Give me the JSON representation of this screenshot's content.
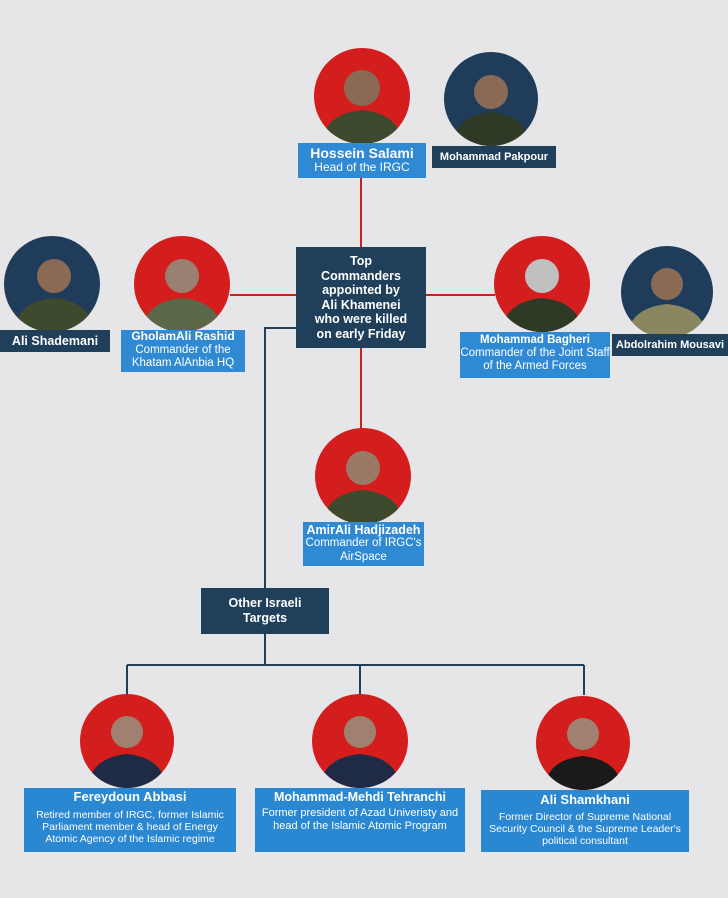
{
  "colors": {
    "background": "#e6e6e8",
    "dark_box": "#1f3f5b",
    "blue_box": "#2f8ad3",
    "red_line": "#cc2020",
    "navy_line": "#1f3f5b",
    "red_circle": "#d41d1d"
  },
  "center_box": {
    "text": "Top\nCommanders\nappointed by\nAli Khamenei\nwho were killed\non early Friday"
  },
  "other_targets_box": {
    "text": "Other Israeli\nTargets"
  },
  "people": {
    "salami": {
      "name": "Hossein Salami",
      "desc": "Head of the IRGC"
    },
    "pakpour": {
      "name": "Mohammad Pakpour"
    },
    "shademani": {
      "name": "Ali Shademani"
    },
    "rashid": {
      "name": "GholamAli Rashid",
      "desc": "Commander of the Khatam AlAnbia HQ"
    },
    "bagheri": {
      "name": "Mohammad Bagheri",
      "desc": "Commander of the Joint Staff of the Armed Forces"
    },
    "mousavi": {
      "name": "Abdolrahim Mousavi"
    },
    "hadjizadeh": {
      "name": "AmirAli Hadjizadeh",
      "desc": "Commander of IRGC's AirSpace"
    },
    "abbasi": {
      "name": "Fereydoun Abbasi",
      "desc": "Retired member of IRGC, former Islamic Parliament member & head of Energy Atomic Agency of the Islamic regime"
    },
    "tehranchi": {
      "name": "Mohammad-Mehdi Tehranchi",
      "desc": "Former president of Azad Univeristy and head of the Islamic Atomic Program"
    },
    "shamkhani": {
      "name": "Ali Shamkhani",
      "desc": "Former Director of Supreme National Security Council & the Supreme Leader's political consultant"
    }
  }
}
